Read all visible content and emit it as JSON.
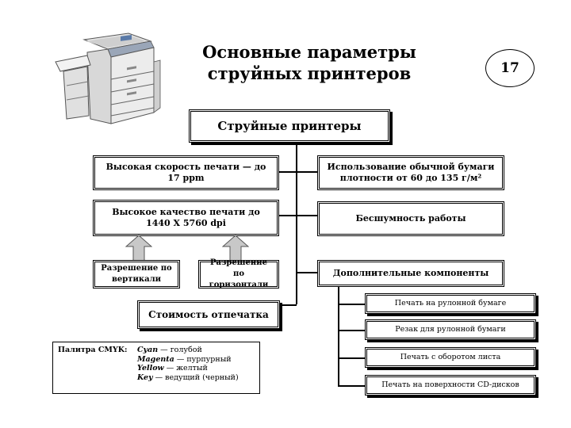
{
  "title_line1": "Основные параметры",
  "title_line2": "струйных принтеров",
  "slide_number": "17",
  "printer_image": "printer-copier-illustration",
  "main_box": "Струйные принтеры",
  "left_boxes": {
    "speed": "Высокая скорость печати — до 17 ppm",
    "quality": "Высокое качество печати до 1440 X 5760 dpi",
    "res_vertical": "Разрешение по вертикали",
    "res_horizontal": "Разрешение по горизонтали",
    "cost": "Стоимость отпечатка"
  },
  "right_boxes": {
    "paper": "Использование обычной бумаги плотности от 60 до 135 г/м²",
    "silent": "Бесшумность работы",
    "extras": "Дополнительные компоненты"
  },
  "extras_items": [
    "Печать на рулонной бумаге",
    "Резак для рулонной бумаги",
    "Печать с оборотом листа",
    "Печать на поверхности CD-дисков"
  ],
  "palette": {
    "label": "Палитра CMYK:",
    "items": [
      {
        "name": "Cyan",
        "desc": " — голубой"
      },
      {
        "name": "Magenta",
        "desc": " — пурпурный"
      },
      {
        "name": "Yellow",
        "desc": " — желтый"
      },
      {
        "name": "Key",
        "desc": " — ведущий (черный)"
      }
    ]
  },
  "colors": {
    "line": "#000000",
    "arrow_fill": "#c8c8c8"
  }
}
